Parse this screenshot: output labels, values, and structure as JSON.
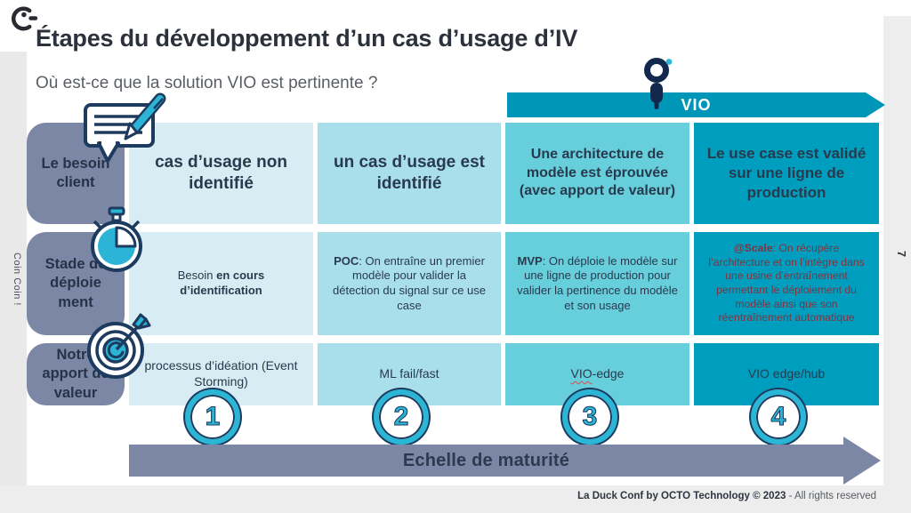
{
  "page": {
    "side_label": "Coin Coin !",
    "page_number": "7"
  },
  "header": {
    "title": "Étapes du développement d’un cas d’usage d’IV",
    "subtitle": "Où est-ce que la solution VIO est pertinente ?",
    "vio_label": "VIO"
  },
  "table": {
    "row_headers": [
      "Le besoin client",
      "Stade de déploie ment",
      "Notre apport de valeur"
    ],
    "row1": {
      "col1": "cas d’usage non identifié",
      "col2": "un cas d’usage est identifié",
      "col3": "Une architecture de modèle est éprouvée (avec apport de valeur)",
      "col4": "Le use case est validé sur une ligne de production"
    },
    "row2": {
      "col1_lead": "Besoin ",
      "col1_bold": "en cours d’identification",
      "col2_bold": "POC",
      "col2_rest": ": On entraîne un premier modèle pour valider la détection du signal sur ce use case",
      "col3_bold": "MVP",
      "col3_rest": ": On déploie le modèle sur une ligne de production pour valider la pertinence du modèle et son usage",
      "col4_bold": "@Scale",
      "col4_rest": ": On récupère l’architecture et on l’intègre dans une usine d’entraînement permettant le déploiement du modèle ainsi que son réentraînement automatique"
    },
    "row3": {
      "col1": "processus d’idéation (Event Storming)",
      "col2": "ML fail/fast",
      "col3_squiggle": "VIO",
      "col3_rest": "-edge",
      "col4": "VIO edge/hub"
    },
    "step_numbers": [
      "1",
      "2",
      "3",
      "4"
    ]
  },
  "maturity_arrow": {
    "label": "Echelle de maturité"
  },
  "footer": {
    "bold": "La Duck Conf by OCTO Technology  © 2023 ",
    "rest": "- All rights reserved"
  },
  "colors": {
    "teal_dark": "#009EBE",
    "teal_mid": "#67CEDC",
    "teal_light": "#A9DFEA",
    "blue_pale": "#D8ECF3",
    "slate": "#7B87A4",
    "navy": "#1D3A5F",
    "icon_teal": "#2AB6D4",
    "scale_text_red": "#7E3440"
  }
}
